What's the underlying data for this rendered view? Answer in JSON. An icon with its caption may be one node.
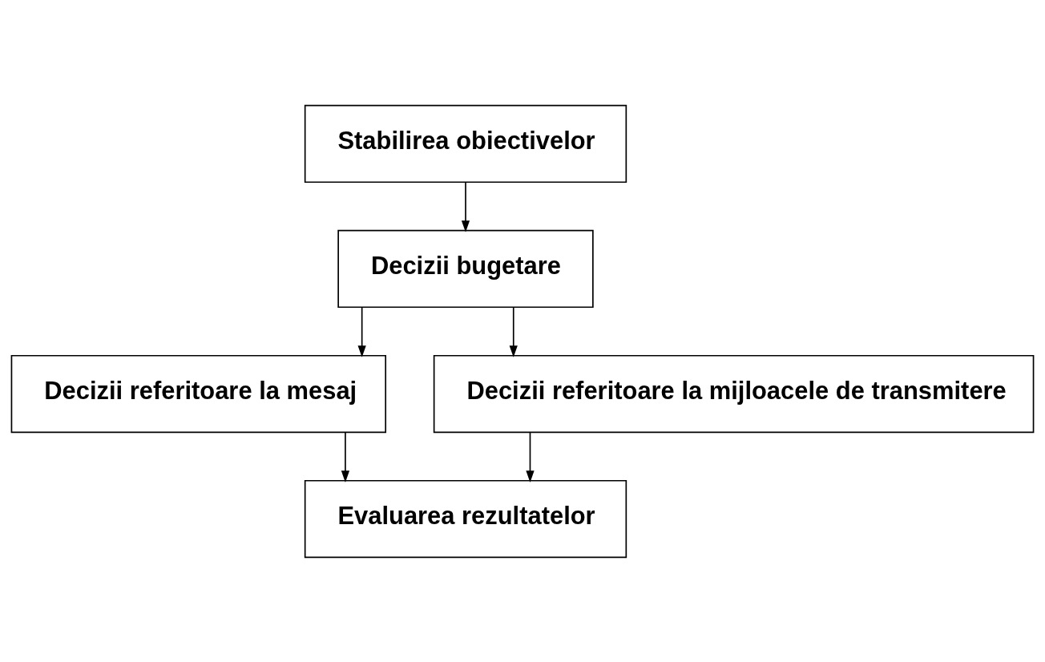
{
  "diagram": {
    "nodes": [
      {
        "text": [
          "Stabilirea obiectivelor"
        ]
      },
      {
        "text": [
          "Decizii bugetare"
        ]
      },
      {
        "text": [
          "Decizii referitoare la mesaj"
        ]
      },
      {
        "text": [
          "Decizii referitoare la mijloacele de transmitere"
        ]
      },
      {
        "text": [
          "Evaluarea rezultatelor"
        ]
      }
    ],
    "edges": [
      {
        "from": 0,
        "to": 1,
        "arrow": "to"
      },
      {
        "from": 1,
        "to": 2,
        "arrow": "to"
      },
      {
        "from": 1,
        "to": 3,
        "arrow": "to"
      },
      {
        "from": 2,
        "to": 4,
        "arrow": "to"
      },
      {
        "from": 3,
        "to": 4,
        "arrow": "to"
      }
    ]
  }
}
